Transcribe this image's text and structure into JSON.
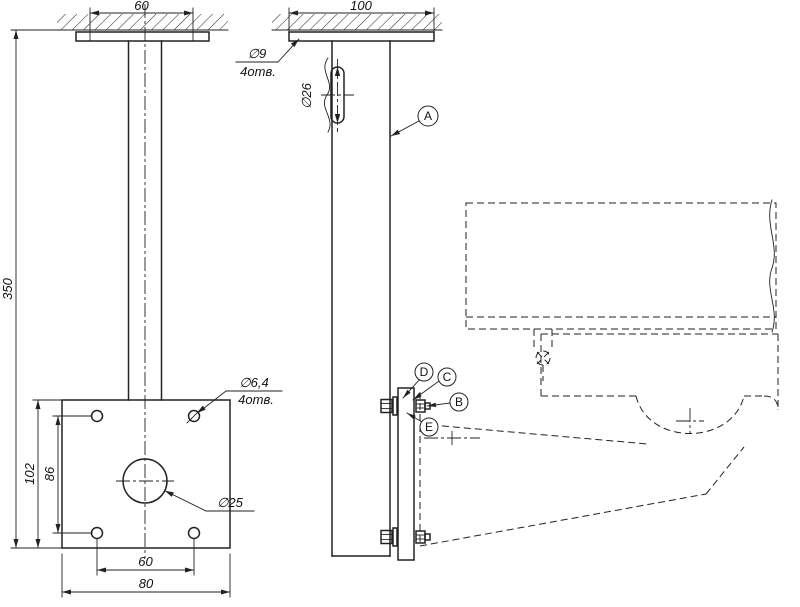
{
  "front_view": {
    "dim_flange_hole_spacing": "60",
    "dim_overall_height": "350",
    "dim_plate_height": "102",
    "dim_hole_spacing_vertical": "86",
    "dim_hole_spacing_horizontal": "60",
    "dim_plate_width": "80",
    "plate_holes_callout": {
      "diameter": "∅6,4",
      "quantity": "4отв."
    },
    "center_hole_callout": "∅25"
  },
  "side_view": {
    "dim_flange_depth": "100",
    "flange_holes_callout": {
      "diameter": "∅9",
      "quantity": "4отв."
    },
    "tube_hole_callout": "∅26",
    "part_labels": {
      "a": "A",
      "b": "B",
      "c": "C",
      "d": "D",
      "e": "E"
    }
  }
}
